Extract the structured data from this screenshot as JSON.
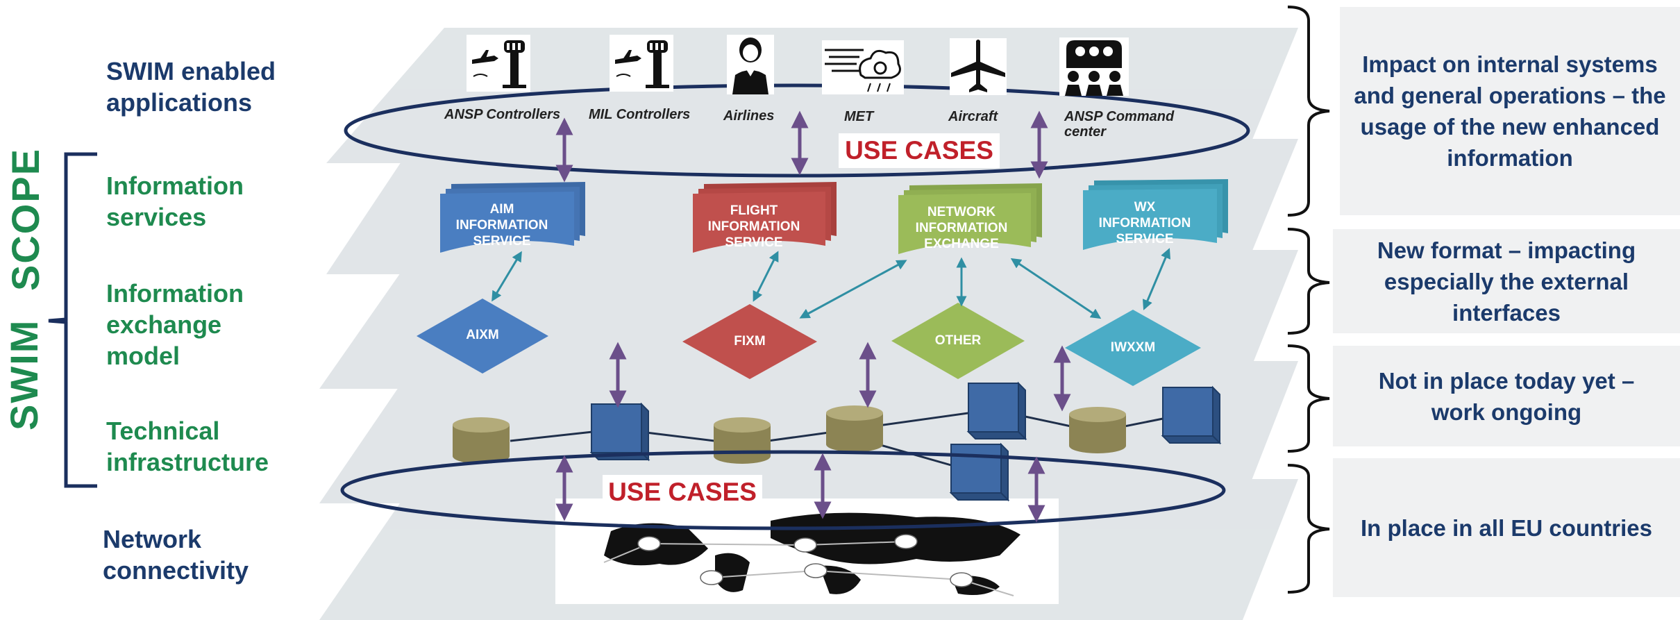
{
  "layers": {
    "apps": "SWIM enabled applications",
    "info_services": "Information services",
    "exchange_model": "Information exchange model",
    "tech_infra": "Technical infrastructure",
    "network": "Network connectivity"
  },
  "scope": {
    "word1": "SWIM",
    "word2": "SCOPE"
  },
  "applications": [
    {
      "label": "ANSP Controllers",
      "icon": "control-tower-icon"
    },
    {
      "label": "MIL Controllers",
      "icon": "control-tower-icon"
    },
    {
      "label": "Airlines",
      "icon": "flight-attendant-icon"
    },
    {
      "label": "MET",
      "icon": "weather-icon"
    },
    {
      "label": "Aircraft",
      "icon": "airplane-icon"
    },
    {
      "label": "ANSP Command center",
      "icon": "command-center-icon"
    }
  ],
  "use_cases": [
    "USE CASES",
    "USE CASES"
  ],
  "services": [
    {
      "label": "AIM INFORMATION SERVICE",
      "color": "#4a7ec1"
    },
    {
      "label": "FLIGHT INFORMATION SERVICE",
      "color": "#c0504d"
    },
    {
      "label": "NETWORK INFORMATION EXCHANGE",
      "color": "#9bbb59"
    },
    {
      "label": "WX INFORMATION SERVICE",
      "color": "#4bacc6"
    }
  ],
  "models": [
    {
      "label": "AIXM",
      "color": "#4a7ec1"
    },
    {
      "label": "FIXM",
      "color": "#c0504d"
    },
    {
      "label": "OTHER",
      "color": "#9bbb59"
    },
    {
      "label": "IWXXM",
      "color": "#4bacc6"
    }
  ],
  "impacts": [
    "Impact on internal systems and general operations – the usage of the new enhanced information",
    "New format – impacting especially the external interfaces",
    "Not in place today yet – work ongoing",
    "In place in all EU countries"
  ],
  "colors": {
    "navy": "#1b3a6b",
    "green": "#1e8a4f",
    "use_case_red": "#c0202a",
    "arrow_purple": "#6b4f8a",
    "teal_arrow": "#2f8fa3",
    "plane": "#c9d1d6",
    "db": "#8c8454",
    "server": "#3f6aa6"
  }
}
